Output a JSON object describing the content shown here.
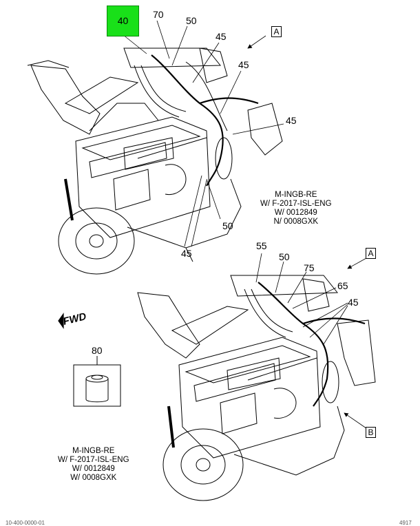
{
  "highlighted_callout": "40",
  "callouts_top": [
    "70",
    "50",
    "45",
    "45",
    "45",
    "50",
    "45"
  ],
  "callouts_bottom": [
    "55",
    "50",
    "75",
    "65",
    "45"
  ],
  "kit_callout": "80",
  "fwd_label": "FWD",
  "ref_views": {
    "top_a": "A",
    "bottom_a": "A",
    "bottom_b": "B"
  },
  "note_top": {
    "line1": "M-INGB-RE",
    "line2": "W/ F-2017-ISL-ENG",
    "line3": "W/ 0012849",
    "line4": "N/ 0008GXK"
  },
  "note_bottom": {
    "line1": "M-INGB-RE",
    "line2": "W/ F-2017-ISL-ENG",
    "line3": "W/ 0012849",
    "line4": "W/ 0008GXK"
  },
  "footer_left": "10-400-0000-01",
  "footer_right": "4917",
  "colors": {
    "highlight": "#19e019",
    "line": "#000000"
  }
}
